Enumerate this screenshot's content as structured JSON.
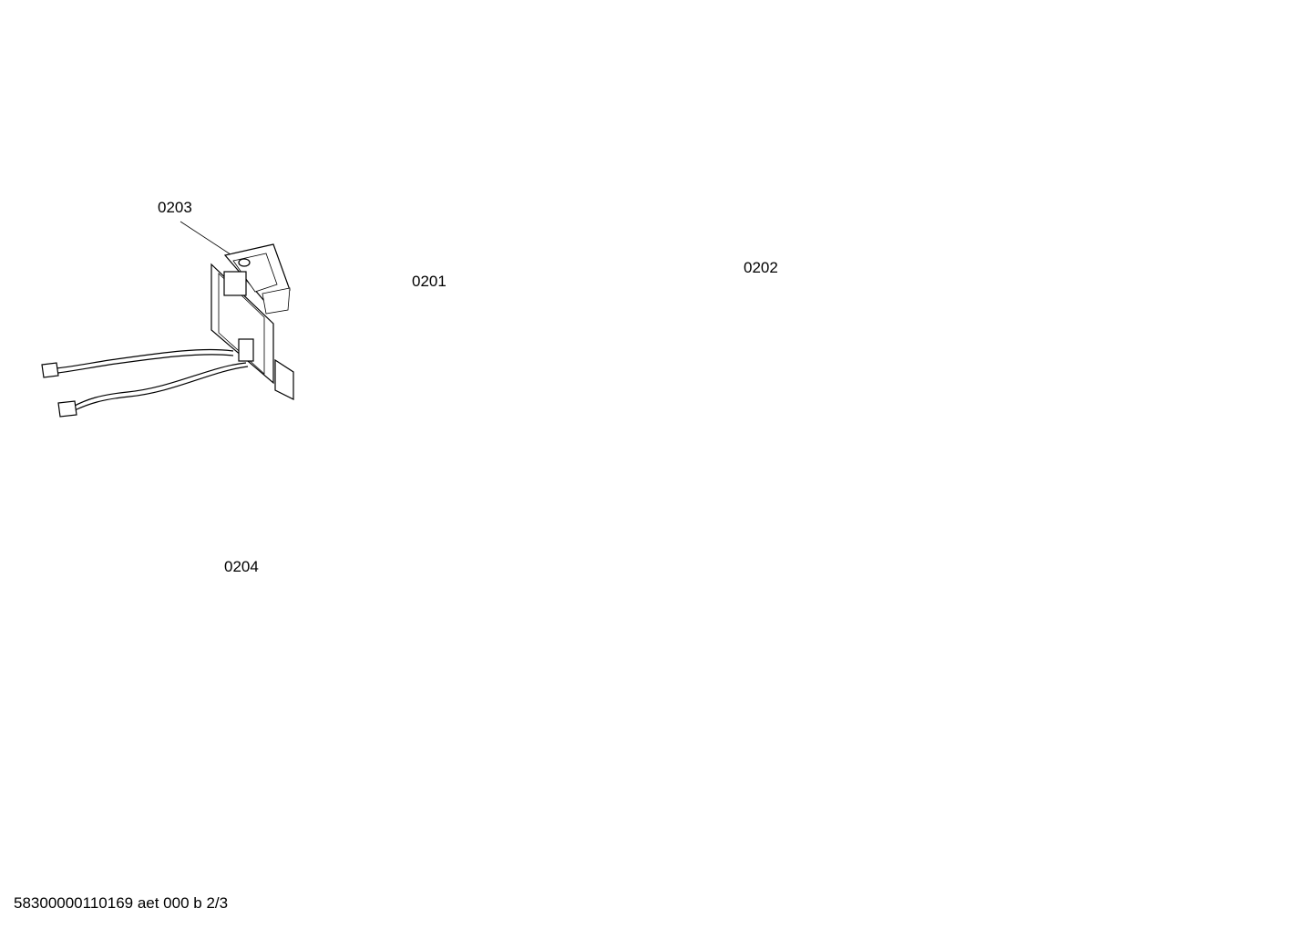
{
  "diagram": {
    "part_labels": [
      "0203",
      "0201",
      "0202",
      "0204"
    ],
    "drawing_number": "58300000110169 aet 000 b 2/3"
  }
}
